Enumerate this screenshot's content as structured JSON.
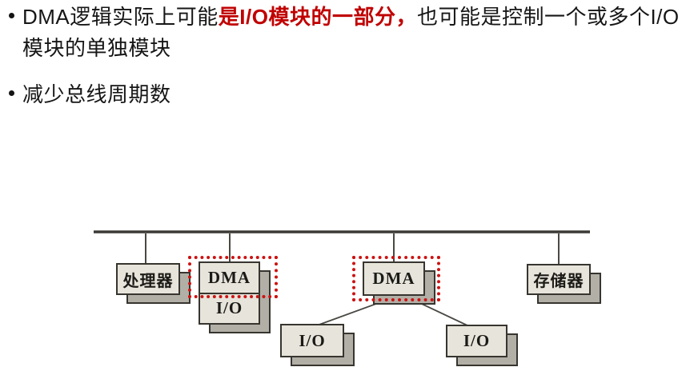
{
  "slide": {
    "bullets": {
      "b1_pre": "DMA逻辑实际上可能",
      "b1_highlight": "是I/O模块的一部分，",
      "b1_post": "也可能是控制一个或多个I/O模块的单独模块",
      "b2": "减少总线周期数"
    }
  },
  "diagram": {
    "nodes": {
      "processor": "处理器",
      "dma_left": "DMA",
      "io_under_dma": "I/O",
      "dma_right": "DMA",
      "memory": "存储器",
      "io_bottom_left": "I/O",
      "io_bottom_right": "I/O"
    },
    "colors": {
      "highlight_text": "#c00000",
      "dashed_highlight_box": "#cc1212",
      "box_face": "#e7e4db",
      "box_side": "#b2afa6",
      "box_outline": "#37352f",
      "bus_line": "#3b3a36"
    }
  }
}
